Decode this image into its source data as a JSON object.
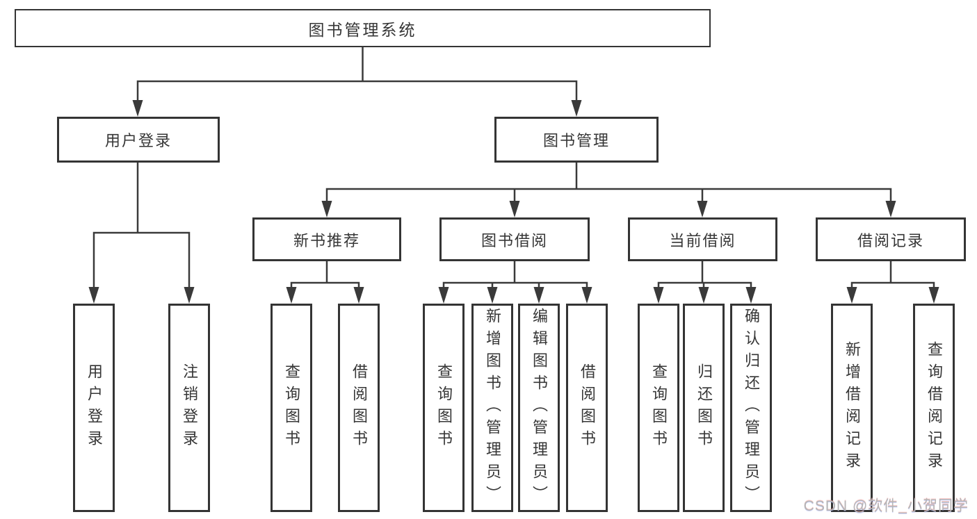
{
  "diagram": {
    "root": {
      "label": "图书管理系统"
    },
    "level2": [
      {
        "label": "用户登录"
      },
      {
        "label": "图书管理"
      }
    ],
    "level3": [
      {
        "label": "新书推荐"
      },
      {
        "label": "图书借阅"
      },
      {
        "label": "当前借阅"
      },
      {
        "label": "借阅记录"
      }
    ],
    "leaves": {
      "user_login": [
        {
          "label": "用户登录"
        },
        {
          "label": "注销登录"
        }
      ],
      "new_book_recommend": [
        {
          "label": "查询图书"
        },
        {
          "label": "借阅图书"
        }
      ],
      "book_borrowing": [
        {
          "label": "查询图书"
        },
        {
          "label": "新增图书（管理员）"
        },
        {
          "label": "编辑图书（管理员）"
        },
        {
          "label": "借阅图书"
        }
      ],
      "current_borrowing": [
        {
          "label": "查询图书"
        },
        {
          "label": "归还图书"
        },
        {
          "label": "确认归还（管理员）"
        }
      ],
      "borrowing_records": [
        {
          "label": "新增借阅记录"
        },
        {
          "label": "查询借阅记录"
        }
      ]
    }
  },
  "watermark": {
    "text": "CSDN @软件_小贺同学"
  },
  "colors": {
    "line": "#3a3a3a",
    "box_border": "#343434",
    "text": "#363636",
    "watermark": "#b5b5b5",
    "background": "#ffffff"
  }
}
